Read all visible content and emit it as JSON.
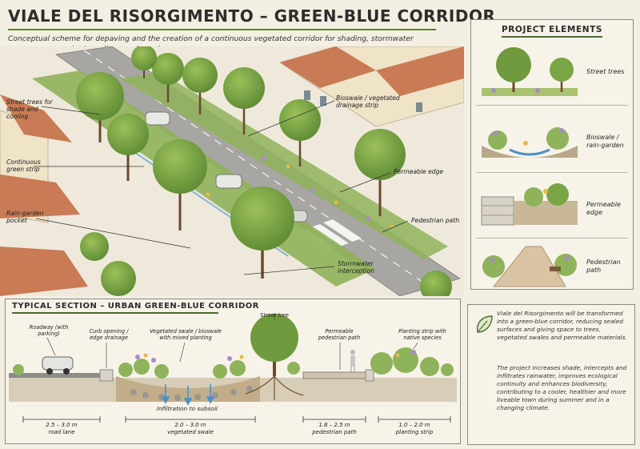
{
  "title": "VIALE DEL RISORGIMENTO – GREEN-BLUE CORRIDOR",
  "subtitle": "Conceptual scheme for depaving and the creation of a continuous vegetated corridor for shading, stormwater management and urban climate adaptation.",
  "callouts": {
    "street_trees": "Street trees for shade and cooling",
    "green_strip": "Continuous green strip",
    "rain_garden": "Rain-garden pocket",
    "bioswale": "Bioswale / vegetated drainage strip",
    "permeable_edge": "Permeable edge",
    "pedestrian_path": "Pedestrian path",
    "stormwater": "Stormwater interception"
  },
  "project_elements": {
    "heading": "PROJECT ELEMENTS",
    "items": [
      {
        "label": "Street trees"
      },
      {
        "label": "Bioswale / rain-garden"
      },
      {
        "label": "Permeable edge"
      },
      {
        "label": "Pedestrian path"
      }
    ]
  },
  "section": {
    "heading": "TYPICAL SECTION – URBAN GREEN-BLUE CORRIDOR",
    "labels": {
      "roadway": "Roadway (with parking)",
      "curb": "Curb opening / edge drainage",
      "swale": "Vegetated swale / bioswale with mixed planting",
      "tree": "Street tree",
      "path": "Permeable pedestrian path",
      "planting": "Planting strip with native species",
      "infiltration": "Infiltration to subsoil"
    },
    "dimensions": [
      {
        "range": "2.5 – 3.0 m",
        "name": "road lane"
      },
      {
        "range": "2.0 – 3.0 m",
        "name": "vegetated swale"
      },
      {
        "range": "1.8 – 2.5 m",
        "name": "pedestrian path"
      },
      {
        "range": "1.0 – 2.0 m",
        "name": "planting strip"
      }
    ]
  },
  "description": {
    "p1": "Viale del Risorgimento will be transformed into a green-blue corridor, reducing sealed surfaces and giving space to trees, vegetated swales and permeable materials.",
    "p2": "The project increases shade, intercepts and infiltrates rainwater, improves ecological continuity and enhances biodiversity, contributing to a cooler, healthier and more liveable town during summer and in a changing climate."
  },
  "colors": {
    "accent": "#5a7a3a",
    "tree": "#6f9a3e",
    "road": "#9a9a96",
    "roof": "#c97b55",
    "water": "#4a90c8",
    "paper": "#f4efe3"
  }
}
